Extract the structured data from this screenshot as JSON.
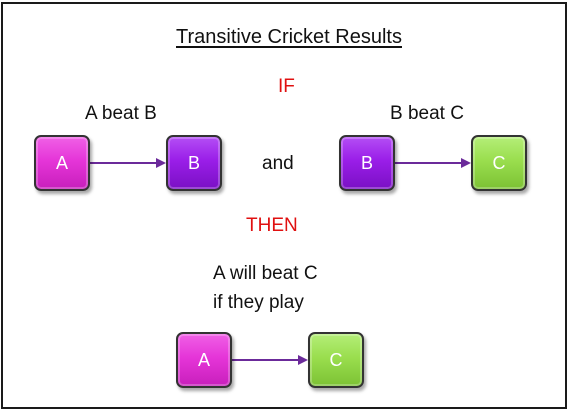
{
  "title": "Transitive Cricket Results",
  "if_label": "IF",
  "then_label": "THEN",
  "and_label": "and",
  "premise_1": {
    "caption": "A beat B",
    "winner": "A",
    "loser": "B"
  },
  "premise_2": {
    "caption": "B beat C",
    "winner": "B",
    "loser": "C"
  },
  "conclusion": {
    "line_1": "A will beat C",
    "line_2": "if they play",
    "winner": "A",
    "loser": "C"
  },
  "colors": {
    "team_a": "#e535d8",
    "team_b": "#9a1ee8",
    "team_c": "#9ade4e",
    "arrow": "#6b2a9a",
    "keyword": "#e01010"
  }
}
